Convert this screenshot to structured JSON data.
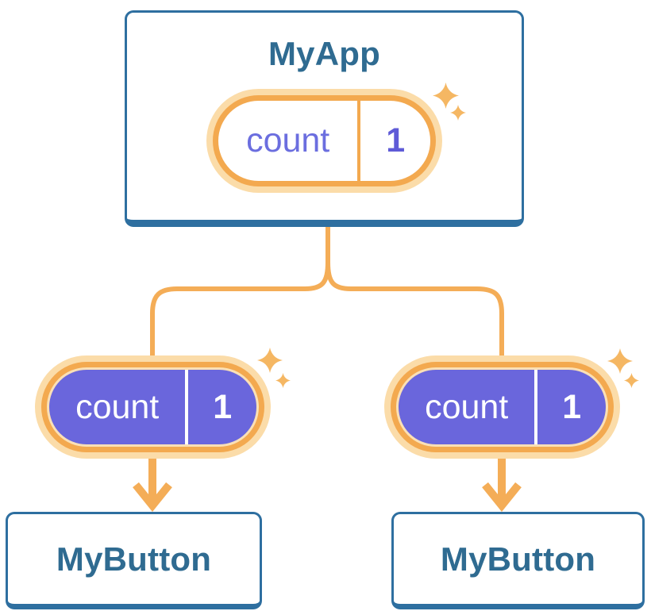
{
  "diagram": {
    "description": "React component tree sharing state",
    "parent": {
      "title": "MyApp",
      "pill": {
        "label": "count",
        "value": "1"
      }
    },
    "children": [
      {
        "title": "MyButton",
        "pill": {
          "label": "count",
          "value": "1"
        }
      },
      {
        "title": "MyButton",
        "pill": {
          "label": "count",
          "value": "1"
        }
      }
    ]
  },
  "colors": {
    "card_border_blue": "#2E6FA0",
    "title_text_blue": "#2F6B91",
    "pill_glow": "#FBDCA9",
    "pill_ring_orange": "#F3A94F",
    "pill_inner_rim_cream": "#FAE0B6",
    "pill_purple": "#6A66DC",
    "state_name_purple": "#6B6EDF",
    "state_value_purple": "#5F5BD7",
    "connector_orange": "#F4AD57",
    "sparkle_orange": "#F5B763",
    "background": "#FFFFFF"
  }
}
